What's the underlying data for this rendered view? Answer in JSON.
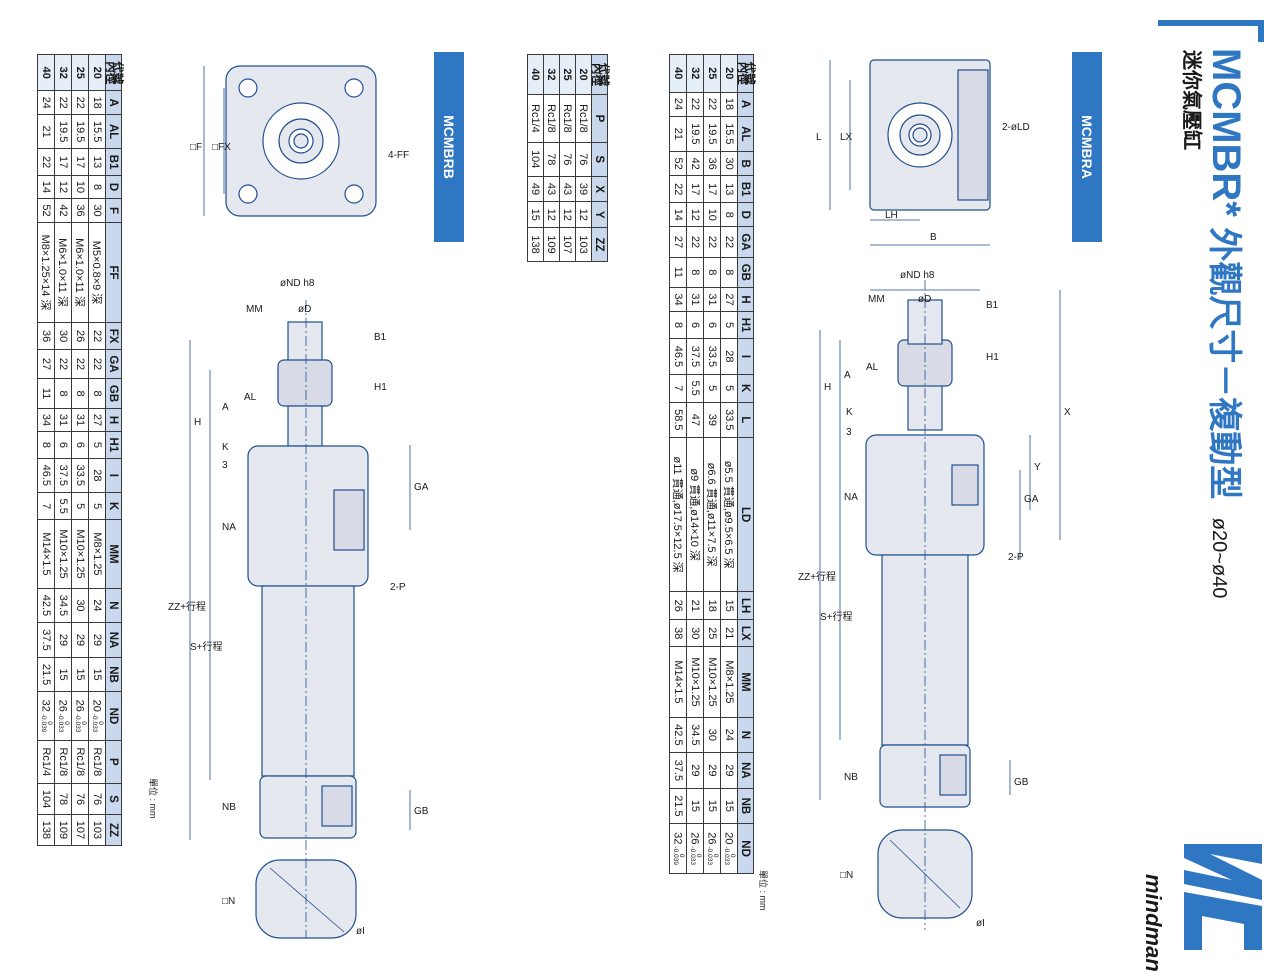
{
  "header": {
    "brand": "MCMBR*",
    "title_cn": "外觀尺寸－複動型",
    "range": "ø20~ø40",
    "subtitle": "迷你氣壓缸",
    "logo_text": "mindman"
  },
  "section_a": {
    "tag": "MCMBRA",
    "unit": "單位 : mm"
  },
  "section_b": {
    "tag": "MCMBRB",
    "unit": "單位 : mm"
  },
  "corner": {
    "top": "代號",
    "bottom": "內徑"
  },
  "table_a": {
    "headers": [
      "A",
      "AL",
      "B",
      "B1",
      "D",
      "GA",
      "GB",
      "H",
      "H1",
      "I",
      "K",
      "L",
      "LD",
      "LH",
      "LX",
      "MM",
      "N",
      "NA",
      "NB",
      "ND"
    ],
    "rows": [
      {
        "code": "20",
        "cells": [
          "18",
          "15.5",
          "30",
          "13",
          "8",
          "22",
          "8",
          "27",
          "5",
          "28",
          "5",
          "33.5",
          "ø5.5 貫通,ø9.5×6.5 深",
          "15",
          "21",
          "M8×1.25",
          "24",
          "29",
          "15",
          "20"
        ],
        "nd_tol": [
          "0",
          "-0.033"
        ]
      },
      {
        "code": "25",
        "cells": [
          "22",
          "19.5",
          "36",
          "17",
          "10",
          "22",
          "8",
          "31",
          "6",
          "33.5",
          "5",
          "39",
          "ø6.6 貫通,ø11×7.5 深",
          "18",
          "25",
          "M10×1.25",
          "30",
          "29",
          "15",
          "26"
        ],
        "nd_tol": [
          "0",
          "-0.033"
        ]
      },
      {
        "code": "32",
        "cells": [
          "22",
          "19.5",
          "42",
          "17",
          "12",
          "22",
          "8",
          "31",
          "6",
          "37.5",
          "5.5",
          "47",
          "ø9 貫通,ø14×10 深",
          "21",
          "30",
          "M10×1.25",
          "34.5",
          "29",
          "15",
          "26"
        ],
        "nd_tol": [
          "0",
          "-0.033"
        ]
      },
      {
        "code": "40",
        "cells": [
          "24",
          "21",
          "52",
          "22",
          "14",
          "27",
          "11",
          "34",
          "8",
          "46.5",
          "7",
          "58.5",
          "ø11 貫通,ø17.5×12.5 深",
          "26",
          "38",
          "M14×1.5",
          "42.5",
          "37.5",
          "21.5",
          "32"
        ],
        "nd_tol": [
          "0",
          "-0.039"
        ]
      }
    ]
  },
  "table_a2": {
    "headers": [
      "P",
      "S",
      "X",
      "Y",
      "ZZ"
    ],
    "rows": [
      {
        "code": "20",
        "cells": [
          "Rc1/8",
          "76",
          "39",
          "12",
          "103"
        ]
      },
      {
        "code": "25",
        "cells": [
          "Rc1/8",
          "76",
          "43",
          "12",
          "107"
        ]
      },
      {
        "code": "32",
        "cells": [
          "Rc1/8",
          "78",
          "43",
          "12",
          "109"
        ]
      },
      {
        "code": "40",
        "cells": [
          "Rc1/4",
          "104",
          "49",
          "15",
          "138"
        ]
      }
    ]
  },
  "table_b": {
    "headers": [
      "A",
      "AL",
      "B1",
      "D",
      "F",
      "FF",
      "FX",
      "GA",
      "GB",
      "H",
      "H1",
      "I",
      "K",
      "MM",
      "N",
      "NA",
      "NB",
      "ND",
      "P",
      "S",
      "ZZ"
    ],
    "rows": [
      {
        "code": "20",
        "cells": [
          "18",
          "15.5",
          "13",
          "8",
          "30",
          "M5×0.8×9 深",
          "22",
          "22",
          "8",
          "27",
          "5",
          "28",
          "5",
          "M8×1.25",
          "24",
          "29",
          "15",
          "20",
          "Rc1/8",
          "76",
          "103"
        ],
        "nd_tol": [
          "0",
          "-0.033"
        ]
      },
      {
        "code": "25",
        "cells": [
          "22",
          "19.5",
          "17",
          "10",
          "36",
          "M6×1.0×11 深",
          "26",
          "22",
          "8",
          "31",
          "6",
          "33.5",
          "5",
          "M10×1.25",
          "30",
          "29",
          "15",
          "26",
          "Rc1/8",
          "76",
          "107"
        ],
        "nd_tol": [
          "0",
          "-0.033"
        ]
      },
      {
        "code": "32",
        "cells": [
          "22",
          "19.5",
          "17",
          "12",
          "42",
          "M6×1.0×11 深",
          "30",
          "22",
          "8",
          "31",
          "6",
          "37.5",
          "5.5",
          "M10×1.25",
          "34.5",
          "29",
          "15",
          "26",
          "Rc1/8",
          "78",
          "109"
        ],
        "nd_tol": [
          "0",
          "-0.033"
        ]
      },
      {
        "code": "40",
        "cells": [
          "24",
          "21",
          "22",
          "14",
          "52",
          "M8×1.25×14 深",
          "36",
          "27",
          "11",
          "34",
          "8",
          "46.5",
          "7",
          "M14×1.5",
          "42.5",
          "37.5",
          "21.5",
          "32",
          "Rc1/4",
          "104",
          "138"
        ],
        "nd_tol": [
          "0",
          "-0.039"
        ]
      }
    ]
  },
  "drawing_a": {
    "front_labels": [
      "L",
      "LX",
      "2-øLD",
      "LH",
      "B"
    ],
    "side_labels": [
      "øND h8",
      "øD",
      "MM",
      "B1",
      "H1",
      "AL",
      "A",
      "H",
      "K",
      "3",
      "X",
      "Y",
      "GA",
      "NA",
      "2-P",
      "ZZ+行程",
      "S+行程",
      "NB",
      "GB",
      "□N",
      "øI"
    ]
  },
  "drawing_b": {
    "front_labels": [
      "□F",
      "□FX",
      "4-FF"
    ],
    "side_labels": [
      "øND h8",
      "øD",
      "MM",
      "B1",
      "H1",
      "AL",
      "A",
      "H",
      "K",
      "3",
      "GA",
      "NA",
      "2-P",
      "ZZ+行程",
      "S+行程",
      "NB",
      "GB",
      "□N",
      "øI"
    ]
  },
  "colors": {
    "accent": "#2f77c3",
    "table_header": "#c9d8ec",
    "line": "#1f4f8f"
  }
}
